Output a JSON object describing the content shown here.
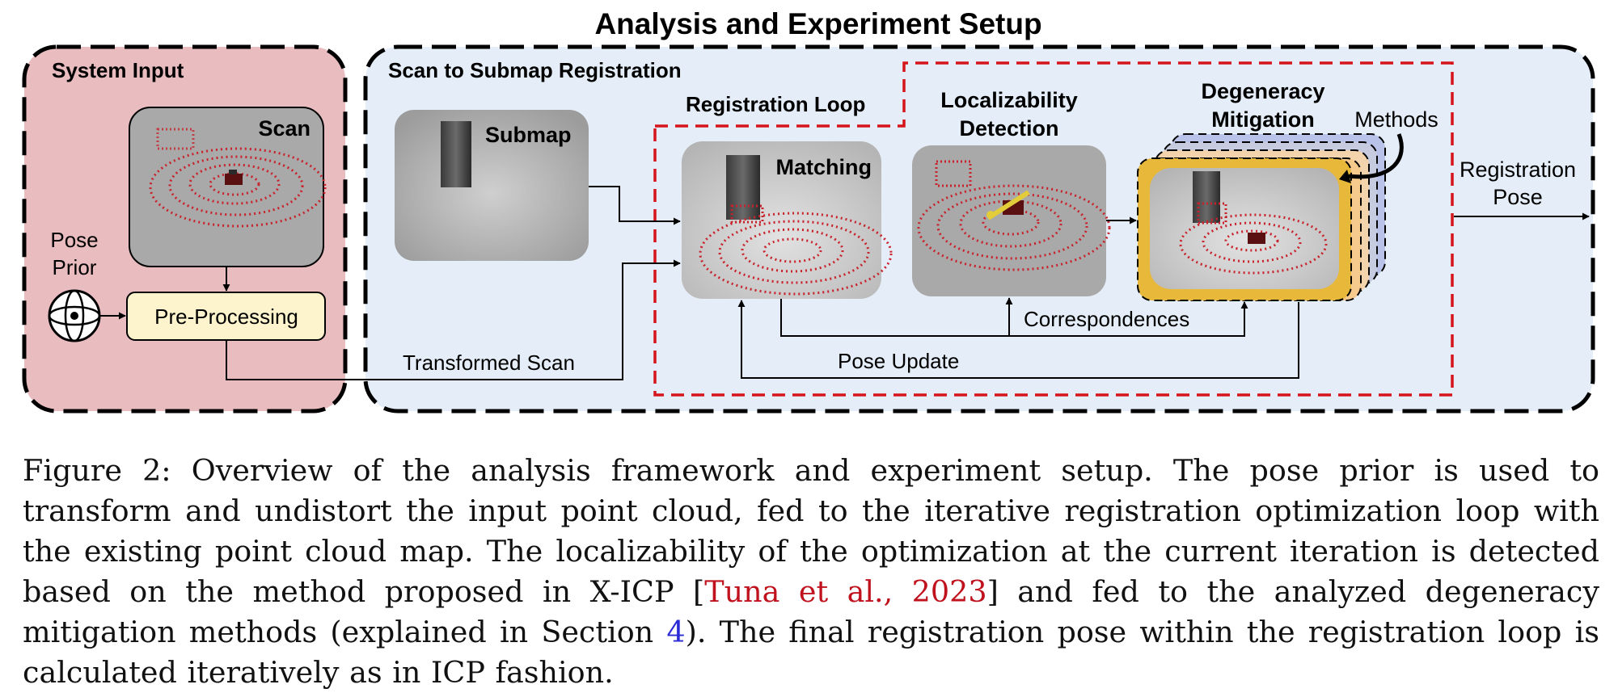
{
  "diagram": {
    "title": "Analysis and Experiment Setup",
    "system_input": {
      "label": "System Input",
      "scan_label": "Scan",
      "pose_prior_line1": "Pose",
      "pose_prior_line2": "Prior",
      "preprocessing_label": "Pre-Processing"
    },
    "registration": {
      "label": "Scan to Submap Registration",
      "submap_label": "Submap",
      "loop_label": "Registration Loop",
      "matching_label": "Matching",
      "localizability_line1": "Localizability",
      "localizability_line2": "Detection",
      "degeneracy_line1": "Degeneracy",
      "degeneracy_line2": "Mitigation",
      "methods_label": "Methods",
      "output_line1": "Registration",
      "output_line2": "Pose",
      "transformed_scan_label": "Transformed Scan",
      "correspondences_label": "Correspondences",
      "pose_update_label": "Pose Update"
    },
    "colors": {
      "system_input_bg": "#e9bcbf",
      "registration_bg": "#e5eef8",
      "loop_dash": "#d6141c",
      "preprocessing_bg": "#fdf3cc",
      "scan_card_bg": "#a9a9a9",
      "degeneracy_frame": "#e8b83a",
      "stack_colors": [
        "#b9c3ea",
        "#c7cbe0",
        "#f3d3ac",
        "#f6c98c"
      ],
      "point_red": "#c8232c"
    }
  },
  "caption": {
    "figure_label": "Figure 2:",
    "text_part1": "Overview of the analysis framework and experiment setup. The pose prior is used to transform and undistort the input point cloud, fed to the iterative registration optimization loop with the existing point cloud map. The localizability of the optimization at the current iteration is detected based on the method proposed in X-ICP [",
    "citation": "Tuna et al., 2023",
    "text_part2": "] and fed to the analyzed degeneracy mitigation methods (explained in Section ",
    "section_ref": "4",
    "text_part3": "). The final registration pose within the registration loop is calculated iteratively as in ICP fashion."
  }
}
